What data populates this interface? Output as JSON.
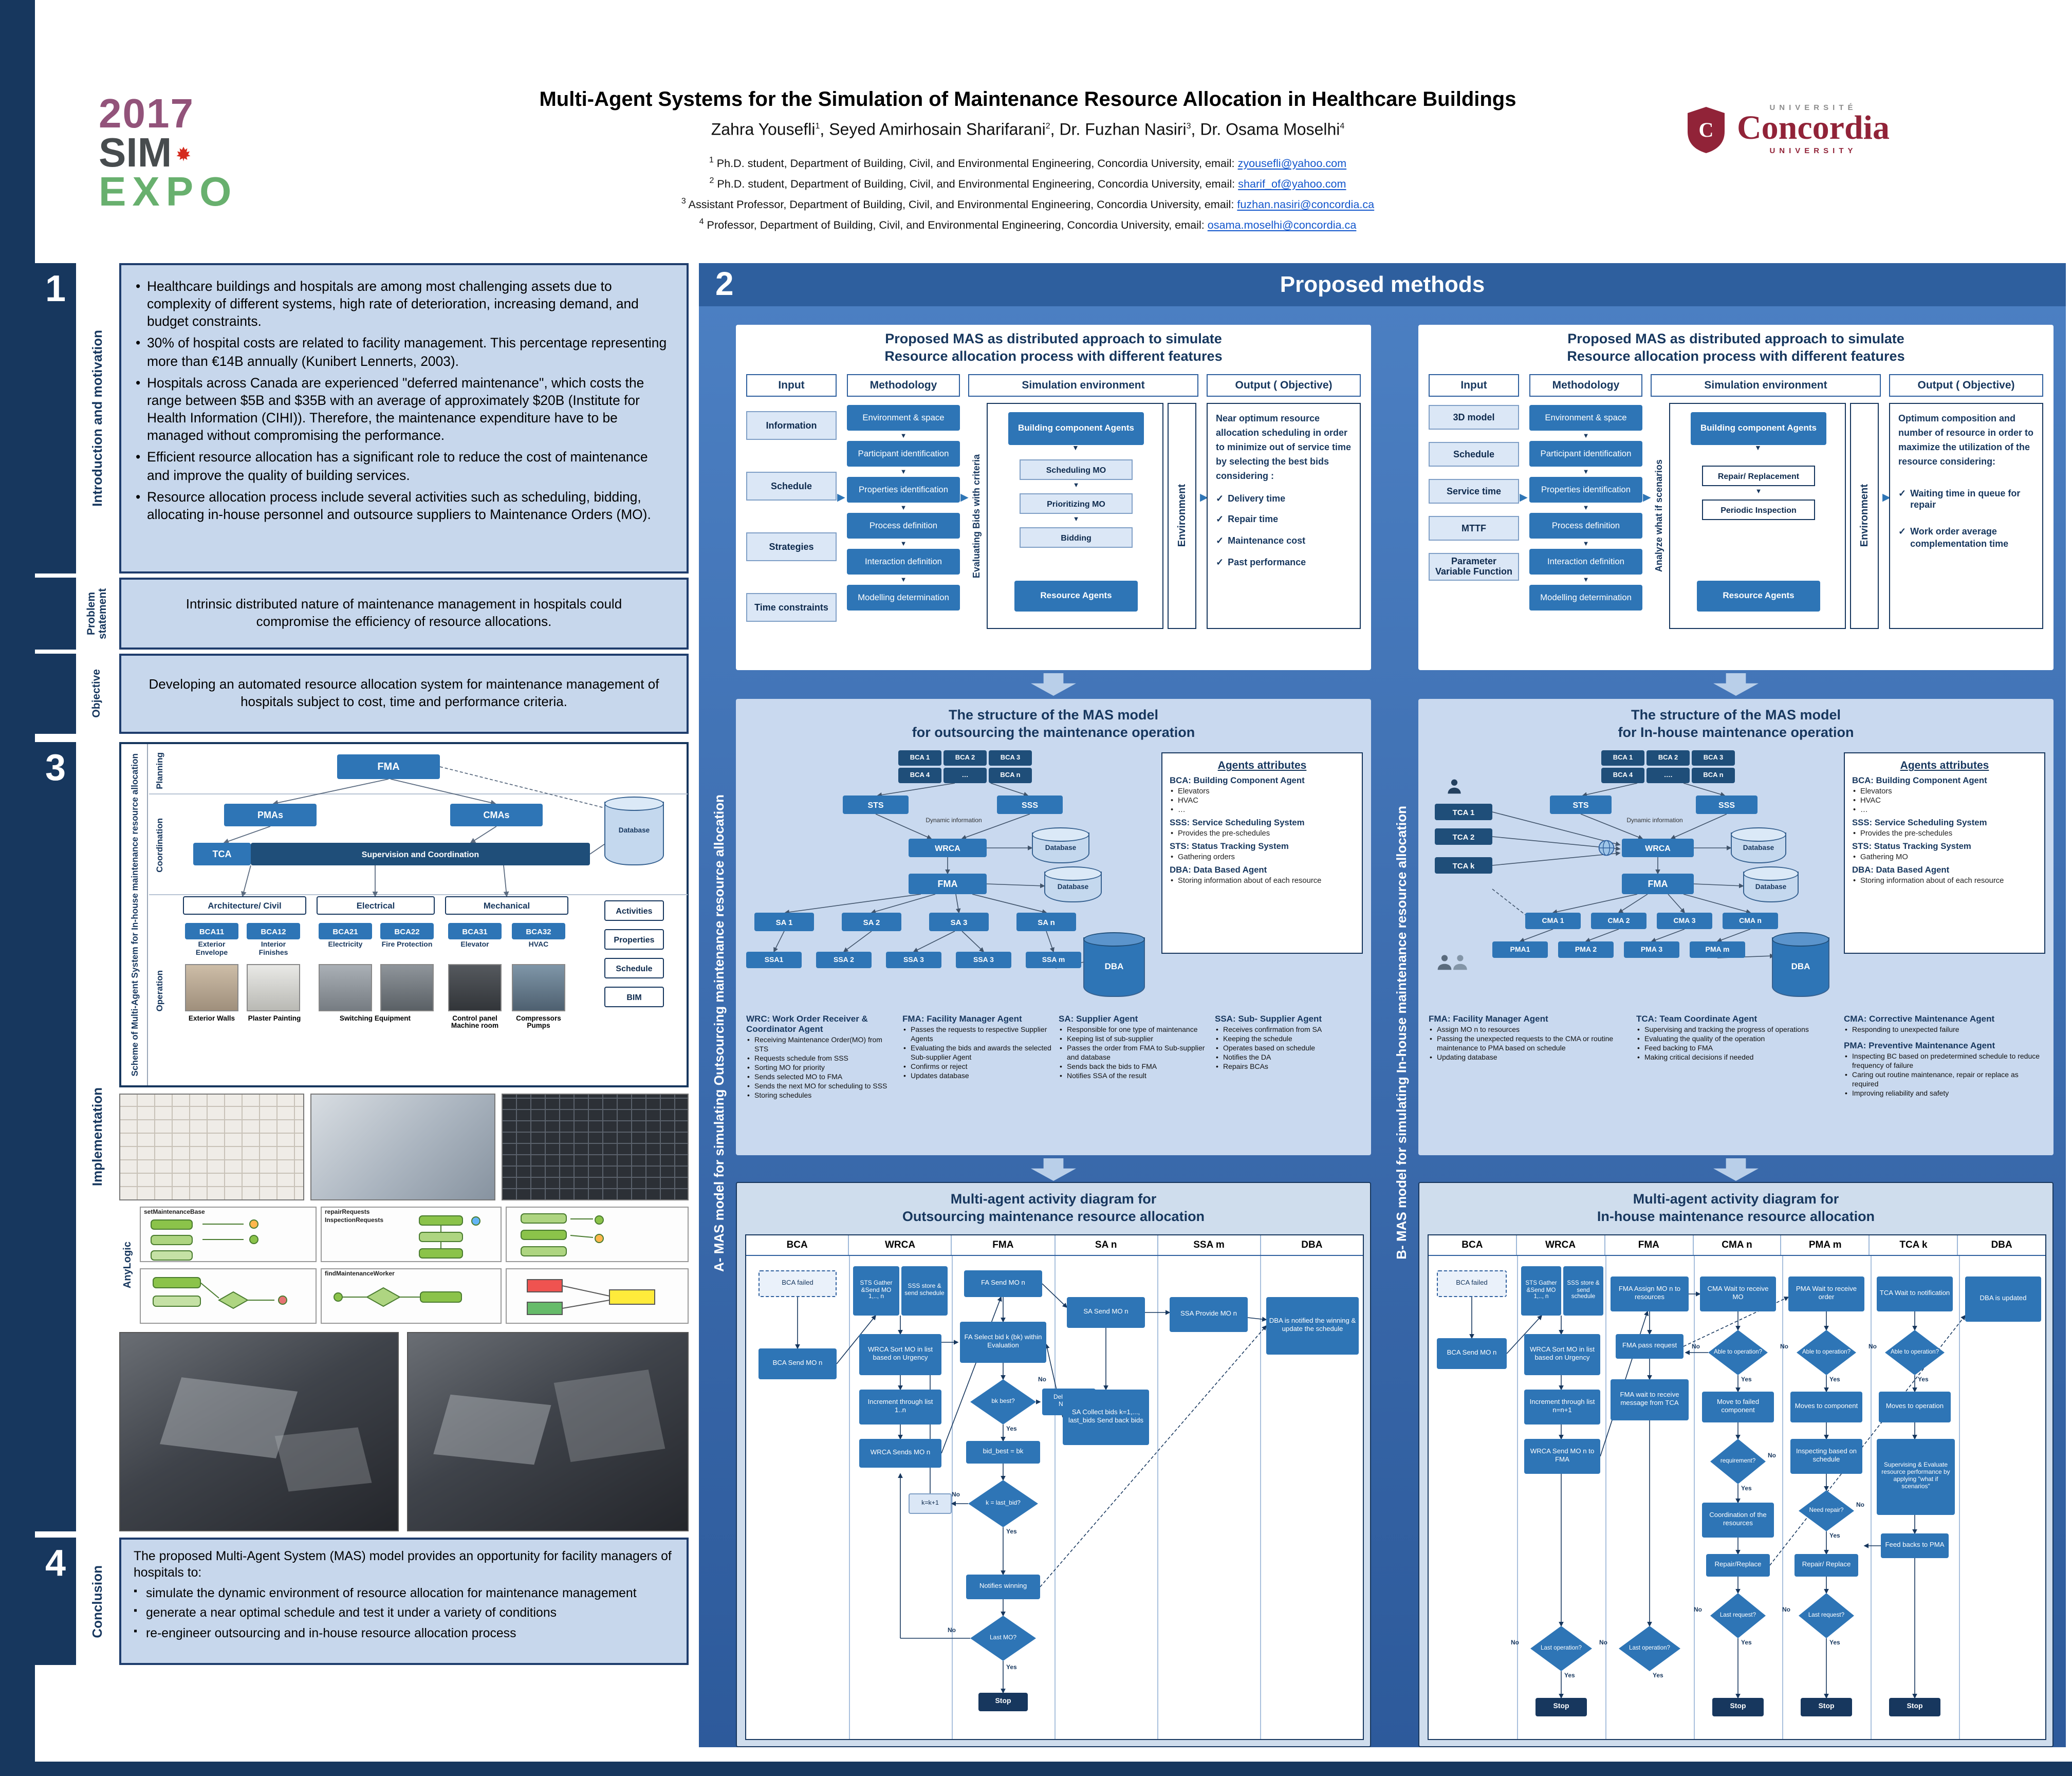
{
  "header": {
    "logo": {
      "year": "2017",
      "sim": "SIM",
      "expo": "EXPO"
    },
    "title": "Multi-Agent Systems for the Simulation of Maintenance Resource Allocation in Healthcare Buildings",
    "authors": [
      {
        "name": "Zahra Yousefli",
        "sup": "1"
      },
      {
        "name": ", Seyed Amirhosain Sharifarani",
        "sup": "2"
      },
      {
        "name": ", Dr. Fuzhan Nasiri",
        "sup": "3"
      },
      {
        "name": ", Dr. Osama Moselhi",
        "sup": "4"
      }
    ],
    "affiliations": [
      {
        "sup": "1",
        "text": " Ph.D. student, Department of Building, Civil, and Environmental Engineering, Concordia University,  email: ",
        "email": "zyousefli@yahoo.com"
      },
      {
        "sup": "2",
        "text": " Ph.D. student, Department of Building, Civil, and Environmental Engineering, Concordia University,  email: ",
        "email": "sharif_of@yahoo.com"
      },
      {
        "sup": "3",
        "text": " Assistant Professor, Department of Building, Civil, and Environmental Engineering, Concordia University,  email: ",
        "email": "fuzhan.nasiri@concordia.ca"
      },
      {
        "sup": "4",
        "text": " Professor, Department of Building, Civil, and Environmental Engineering, Concordia University, email: ",
        "email": "osama.moselhi@concordia.ca"
      }
    ],
    "concordia": {
      "universite": "UNIVERSITÉ",
      "wordmark": "Concordia",
      "university": "UNIVERSITY"
    }
  },
  "s1": {
    "num": "1",
    "label": "Introduction and motivation",
    "bullets": [
      "Healthcare buildings and hospitals are among most challenging assets due to complexity of different systems, high rate of deterioration, increasing demand, and budget constraints.",
      "30% of hospital costs are related to facility management. This percentage representing more than €14B annually (Kunibert Lennerts, 2003).",
      "Hospitals across Canada are experienced \"deferred maintenance\", which costs the range between $5B and $35B with an average of approximately $20B (Institute for Health Information (CIHI)). Therefore, the maintenance expenditure have to be managed without compromising the performance.",
      "Efficient resource allocation has a significant role to reduce the cost of maintenance and improve the quality of building services.",
      "Resource allocation process include several activities such as scheduling, bidding, allocating in-house personnel and outsource suppliers to Maintenance Orders (MO)."
    ]
  },
  "ps": {
    "label": "Problem statement",
    "text": "Intrinsic distributed nature of maintenance management in hospitals could compromise the efficiency of resource allocations."
  },
  "ob": {
    "label": "Objective",
    "text": "Developing an automated resource allocation system for maintenance management of hospitals subject to cost, time and performance criteria."
  },
  "s3": {
    "num": "3",
    "label": "Implementation",
    "scheme_label": "Scheme of Multi-Agent System for In-house maintenance resource allocation",
    "rows": [
      "Planning",
      "Coordination",
      "Operation"
    ],
    "fma": "FMA",
    "pmas": "PMAs",
    "cmas": "CMAs",
    "tca": "TCA",
    "tca_bar": "Supervision and Coordination",
    "database": "Database",
    "groups": [
      "Architecture/ Civil",
      "Electrical",
      "Mechanical"
    ],
    "bca_ids": [
      "BCA11",
      "BCA12",
      "BCA21",
      "BCA22",
      "BCA31",
      "BCA32"
    ],
    "bca_labels": [
      "Exterior Envelope",
      "Interior Finishes",
      "Electricity",
      "Fire Protection",
      "Elevator",
      "HVAC"
    ],
    "captions": [
      "Exterior Walls",
      "Plaster Painting",
      "Switching Equipment",
      "Control panel Machine room",
      "Compressors Pumps"
    ],
    "side_items": [
      "Activities",
      "Properties",
      "Schedule",
      "BIM"
    ],
    "anylogic": "AnyLogic",
    "anylogic_captions": [
      "setMaintenanceBase",
      "repairRequests",
      "InspectionRequests",
      "findMaintenanceWorker"
    ]
  },
  "s4": {
    "num": "4",
    "label": "Conclusion",
    "intro": "The proposed Multi-Agent System (MAS) model provides an opportunity for facility managers of hospitals to:",
    "bullets": [
      "simulate the dynamic environment of resource allocation for maintenance management",
      "generate a near optimal schedule and test it under a variety of conditions",
      "re-engineer outsourcing and in-house resource allocation process"
    ]
  },
  "m": {
    "num": "2",
    "title": "Proposed methods",
    "a": {
      "side": "A- MAS model for simulating Outsourcing maintenance resource allocation",
      "f": {
        "title1": "Proposed MAS as distributed approach to simulate",
        "title2": "Resource allocation process with different features",
        "headers": [
          "Input",
          "Methodology",
          "Simulation environment",
          "Output ( Objective)"
        ],
        "inputs": [
          "Information",
          "Schedule",
          "Strategies",
          "Time constraints"
        ],
        "meth": [
          "Environment & space",
          "Participant identification",
          "Properties identification",
          "Process definition",
          "Interaction definition",
          "Modelling determination"
        ],
        "sim_left": "Evaluating Bids with criteria",
        "sim_top": "Building component Agents",
        "sim_mid": [
          "Scheduling MO",
          "Prioritizing MO",
          "Bidding"
        ],
        "sim_bottom": "Resource Agents",
        "sim_right": "Environment",
        "out_text": "Near optimum resource allocation scheduling in order to minimize out of service time by selecting the best bids considering :",
        "out_checks": [
          "Delivery time",
          "Repair time",
          "Maintenance cost",
          "Past performance"
        ]
      },
      "s": {
        "title1": "The structure of the MAS model",
        "title2": "for outsourcing the maintenance operation",
        "bca_row1": [
          "BCA 1",
          "BCA 2",
          "BCA 3"
        ],
        "bca_row2": [
          "BCA 4",
          "…",
          "BCA n"
        ],
        "sts": "STS",
        "sss": "SSS",
        "dynamic": "Dynamic  information",
        "wrca": "WRCA",
        "fma": "FMA",
        "database": "Database",
        "dba": "DBA",
        "sa": [
          "SA 1",
          "SA 2",
          "SA 3",
          "SA n"
        ],
        "ssa": [
          "SSA1",
          "SSA 2",
          "SSA 3",
          "SSA 3",
          "SSA m"
        ],
        "attrs_title": "Agents attributes",
        "attrs": [
          {
            "head": "BCA: Building Component Agent",
            "bullets": [
              "Elevators",
              "HVAC",
              "…"
            ]
          },
          {
            "head": "SSS: Service Scheduling System",
            "bullets": [
              "Provides the pre-schedules"
            ]
          },
          {
            "head": "STS: Status Tracking System",
            "bullets": [
              "Gathering orders"
            ]
          },
          {
            "head": "DBA: Data Based Agent",
            "bullets": [
              "Storing information about of each resource"
            ]
          }
        ],
        "legend": [
          {
            "head": "WRC: Work Order Receiver & Coordinator Agent",
            "bullets": [
              "Receiving Maintenance Order(MO) from STS",
              "Requests schedule from SSS",
              "Sorting MO for priority",
              "Sends selected MO to FMA",
              "Sends the next MO for scheduling to SSS",
              "Storing schedules"
            ]
          },
          {
            "head": "FMA: Facility Manager Agent",
            "bullets": [
              "Passes the requests to respective Supplier Agents",
              "Evaluating the bids and awards the selected Sub-supplier Agent",
              "Confirms or reject",
              "Updates database"
            ]
          },
          {
            "head": "SA: Supplier Agent",
            "bullets": [
              "Responsible for one type of maintenance",
              "Keeping list of sub-supplier",
              "Passes the order from FMA to Sub-supplier and database",
              "Sends back the bids to FMA",
              "Notifies SSA of the result"
            ]
          },
          {
            "head": "SSA: Sub- Supplier Agent",
            "bullets": [
              "Receives confirmation from SA",
              "Keeping the schedule",
              "Operates based on schedule",
              "Notifies the DA",
              "Repairs BCAs"
            ]
          }
        ]
      },
      "act": {
        "title1": "Multi-agent activity diagram for",
        "title2": "Outsourcing maintenance resource allocation",
        "lanes": [
          "BCA",
          "WRCA",
          "FMA",
          "SA n",
          "SSA m",
          "DBA"
        ],
        "yes": "Yes",
        "no": "No",
        "n1": "BCA failed",
        "n2": "BCA Send MO n",
        "n3": "STS Gather &Send MO 1,.., n",
        "n4": "SSS store & send schedule",
        "n5": "WRCA Sort MO in list based on Urgency",
        "n6": "Increment through list 1..n",
        "n7": "WRCA Sends MO n",
        "n8": "FA Send MO n",
        "n9": "FA Select bid k (bk) within Evaluation",
        "n10": "bk best?",
        "n11": "Deletes bid Notifies",
        "n12": "bid_best = bk",
        "n13": "k=k+1",
        "n14": "k = last_bid?",
        "n15": "Notifies winning",
        "n16": "Last MO?",
        "n17": "Stop",
        "n18": "SA Send MO n",
        "n19": "SA Collect bids k=1,..., last_bids Send back bids",
        "n20": "SSA Provide MO n",
        "n21": "DBA is notified the winning & update the schedule"
      }
    },
    "b": {
      "side": "B- MAS model for simulating In-house maintenance resource allocation",
      "f": {
        "title1": "Proposed MAS as distributed approach to simulate",
        "title2": "Resource allocation process with different features",
        "headers": [
          "Input",
          "Methodology",
          "Simulation environment",
          "Output ( Objective)"
        ],
        "inputs": [
          "3D model",
          "Schedule",
          "Service time",
          "MTTF",
          "Parameter Variable Function"
        ],
        "meth": [
          "Environment & space",
          "Participant identification",
          "Properties identification",
          "Process definition",
          "Interaction definition",
          "Modelling determination"
        ],
        "sim_left": "Analyze what if scenarios",
        "sim_top": "Building component Agents",
        "sim_mid": [
          "Repair/ Replacement",
          "Periodic Inspection"
        ],
        "sim_bottom": "Resource Agents",
        "sim_right": "Environment",
        "out_text": "Optimum composition and number of resource in order to maximize the utilization of the resource considering:",
        "out_checks": [
          "Waiting time in queue for repair",
          "Work order average complementation time"
        ]
      },
      "s": {
        "title1": "The structure of the MAS model",
        "title2": "for In-house maintenance operation",
        "bca_row1": [
          "BCA 1",
          "BCA 2",
          "BCA 3"
        ],
        "bca_row2": [
          "BCA 4",
          "….",
          "BCA n"
        ],
        "sts": "STS",
        "sss": "SSS",
        "dynamic": "Dynamic  information",
        "wrca": "WRCA",
        "fma": "FMA",
        "database": "Database",
        "dba": "DBA",
        "tca": [
          "TCA 1",
          "TCA 2",
          "TCA k"
        ],
        "cma": [
          "CMA 1",
          "CMA 2",
          "CMA 3",
          "CMA n"
        ],
        "pma": [
          "PMA1",
          "PMA 2",
          "PMA 3",
          "PMA m"
        ],
        "attrs_title": "Agents attributes",
        "attrs": [
          {
            "head": "BCA: Building Component Agent",
            "bullets": [
              "Elevators",
              "HVAC",
              "…"
            ]
          },
          {
            "head": "SSS: Service Scheduling System",
            "bullets": [
              "Provides the pre-schedules"
            ]
          },
          {
            "head": "STS: Status Tracking System",
            "bullets": [
              "Gathering MO"
            ]
          },
          {
            "head": "DBA: Data Based Agent",
            "bullets": [
              "Storing information about of each resource"
            ]
          }
        ],
        "legend": [
          {
            "head": "FMA: Facility Manager Agent",
            "bullets": [
              "Assign MO n to resources",
              "Passing the unexpected requests to the CMA or routine maintenance to PMA based on schedule",
              "Updating database"
            ]
          },
          {
            "head": "TCA: Team Coordinate Agent",
            "bullets": [
              "Supervising and tracking the progress of operations",
              "Evaluating the quality of the operation",
              "Feed backing to FMA",
              "Making critical decisions if needed"
            ]
          },
          {
            "head": "CMA: Corrective Maintenance Agent",
            "bullets": [
              "Responding to unexpected failure"
            ]
          },
          {
            "head": "PMA: Preventive Maintenance Agent",
            "bullets": [
              "Inspecting BC based on predetermined schedule to reduce frequency of failure",
              "Caring out routine maintenance, repair or replace as required",
              "Improving reliability and safety"
            ]
          }
        ]
      },
      "act": {
        "title1": "Multi-agent activity diagram for",
        "title2": "In-house maintenance resource allocation",
        "lanes": [
          "BCA",
          "WRCA",
          "FMA",
          "CMA n",
          "PMA m",
          "TCA k",
          "DBA"
        ],
        "yes": "Yes",
        "no": "No",
        "n1": "BCA failed",
        "n2": "BCA Send MO n",
        "w1": "STS Gather &Send MO 1,.., n",
        "w2": "SSS store & send schedule",
        "w3": "WRCA Sort MO in list based on Urgency",
        "w4": "Increment through list n=n+1",
        "w5": "WRCA Send MO n to FMA",
        "w6": "Last operation?",
        "w7": "Stop",
        "f1": "FMA Assign MO n to resources",
        "f2": "FMA pass request",
        "f3": "FMA wait to receive message from TCA",
        "f4": "Last operation?",
        "c1": "CMA Wait to receive MO",
        "c2": "Able to operation?",
        "c3": "Move to failed component",
        "c4": "requirement?",
        "c5": "Coordination of the resources",
        "c6": "Repair/Replace",
        "c7": "Last request?",
        "c8": "Stop",
        "p1": "PMA Wait to receive order",
        "p2": "Able to operation?",
        "p3": "Moves to component",
        "p4": "Inspecting based on schedule",
        "p5": "Need repair?",
        "p6": "Repair/ Replace",
        "p7": "Last request?",
        "p8": "Stop",
        "t1": "TCA Wait to notification",
        "t2": "Able to operation?",
        "t3": "Moves to operation",
        "t4": "Supervising & Evaluate resource performance by applying \"what if scenarios\"",
        "t5": "Feed backs to PMA",
        "t6": "Stop",
        "d1": "DBA is updated"
      }
    }
  }
}
